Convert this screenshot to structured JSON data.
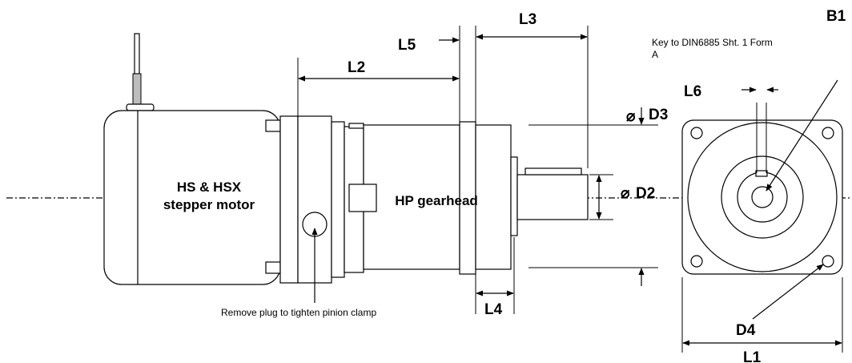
{
  "labels": {
    "motor_line1": "HS  & HSX",
    "motor_line2": "stepper motor",
    "gearhead": "HP gearhead",
    "dimensions": {
      "L1": "L1",
      "L2": "L2",
      "L3": "L3",
      "L4": "L4",
      "L5": "L5",
      "L6": "L6",
      "B1": "B1",
      "D2": "D2",
      "D3": "D3",
      "D4": "D4"
    },
    "diameter_symbol": "⌀",
    "key_note_line1": "Key to DIN6885 Sht. 1 Form",
    "key_note_line2": "A",
    "plug_note": "Remove plug to tighten pinion clamp"
  }
}
